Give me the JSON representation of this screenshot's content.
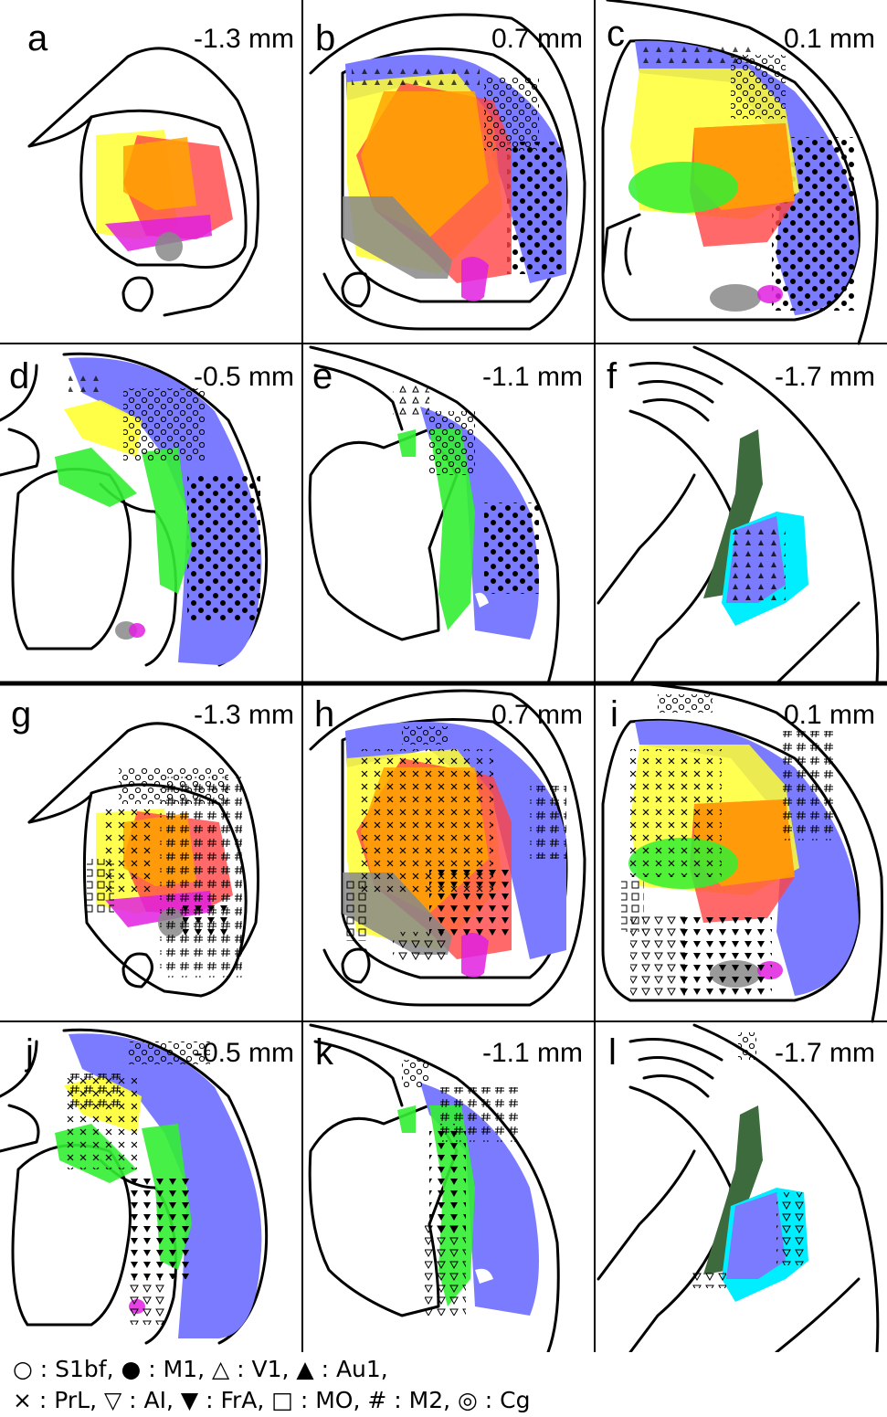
{
  "panels": [
    {
      "letter": "a",
      "depth": "-1.3 mm"
    },
    {
      "letter": "b",
      "depth": "0.7 mm"
    },
    {
      "letter": "c",
      "depth": "0.1 mm"
    },
    {
      "letter": "d",
      "depth": "-0.5 mm"
    },
    {
      "letter": "e",
      "depth": "-1.1 mm"
    },
    {
      "letter": "f",
      "depth": "-1.7 mm"
    },
    {
      "letter": "g",
      "depth": "-1.3 mm"
    },
    {
      "letter": "h",
      "depth": "0.7 mm"
    },
    {
      "letter": "i",
      "depth": "0.1 mm"
    },
    {
      "letter": "j",
      "depth": "-0.5 mm"
    },
    {
      "letter": "k",
      "depth": "-1.1 mm"
    },
    {
      "letter": "l",
      "depth": "-1.7 mm"
    }
  ],
  "legend": {
    "row1": "○ : S1bf, ● : M1, △ : V1, ▲ : Au1,",
    "row2": "× : PrL, ▽ : AI, ▼ : FrA, □ : MO, # : M2, ◎ : Cg"
  },
  "colors": {
    "yellow": "#ffff33",
    "orange": "#ffa500",
    "red": "#ff4444",
    "magenta": "#e020e0",
    "gray": "#888888",
    "blue": "#7b7bff",
    "green": "#33ee33",
    "darkgreen": "#3d6b3d",
    "cyan": "#00eeff"
  }
}
